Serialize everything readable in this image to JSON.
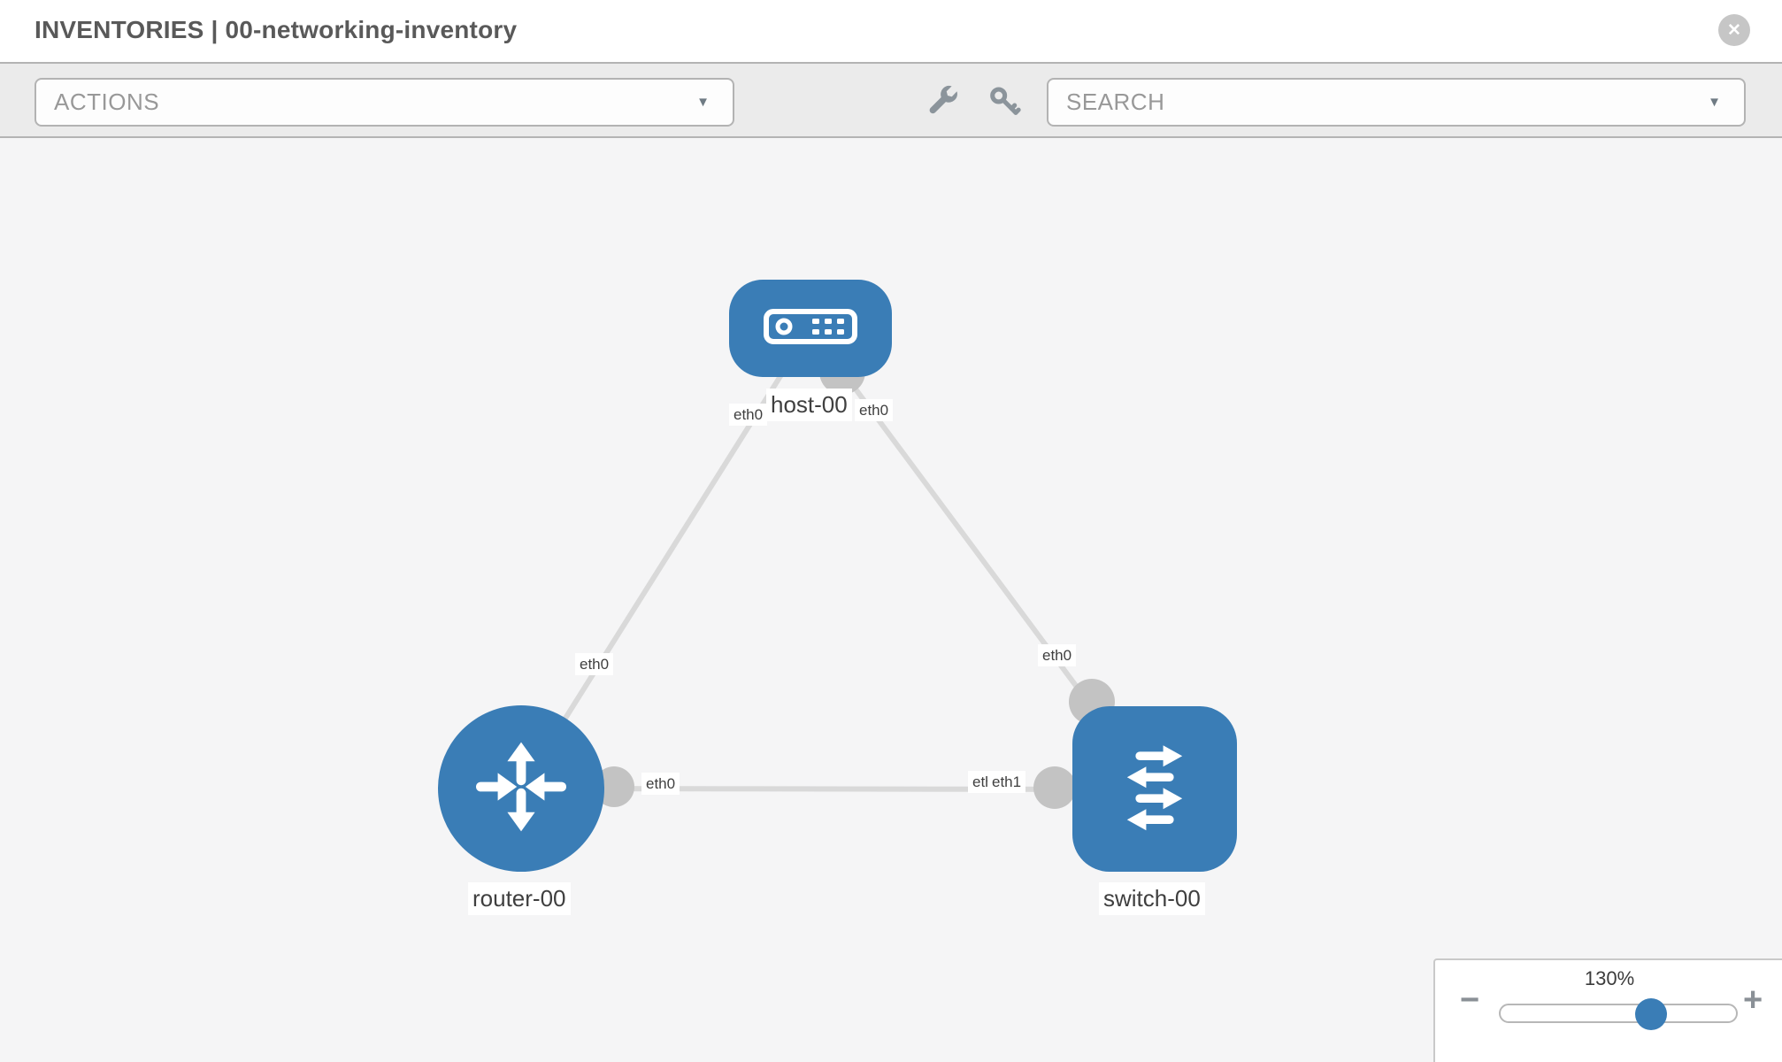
{
  "header": {
    "title": "INVENTORIES | 00-networking-inventory"
  },
  "icons": {
    "close": "✕",
    "caret": "▼",
    "minus": "−",
    "plus": "+"
  },
  "toolbar": {
    "actions": {
      "placeholder": "ACTIONS"
    },
    "search": {
      "placeholder": "SEARCH"
    },
    "tools": [
      {
        "name": "wrench"
      },
      {
        "name": "key"
      }
    ]
  },
  "topology": {
    "nodes": [
      {
        "id": "host-00",
        "type": "host",
        "label": "host-00"
      },
      {
        "id": "router-00",
        "type": "router",
        "label": "router-00"
      },
      {
        "id": "switch-00",
        "type": "switch",
        "label": "switch-00"
      }
    ],
    "links": [
      {
        "source": "router-00",
        "target": "host-00",
        "source_interface": "eth0",
        "target_interface": "eth0"
      },
      {
        "source": "host-00",
        "target": "switch-00",
        "source_interface": "eth0",
        "target_interface": "eth0"
      },
      {
        "source": "router-00",
        "target": "switch-00",
        "source_interface": "eth0",
        "target_interface": "eth1"
      }
    ],
    "interface_labels": {
      "host_left": "eth0",
      "host_right": "eth0",
      "router_top": "eth0",
      "router_right": "eth0",
      "switch_top": "eth0",
      "switch_left_back": "eth0",
      "switch_left_front": "eth1"
    }
  },
  "zoom_control": {
    "level": "130%",
    "percent": 130
  },
  "colors": {
    "node_blue": "#3a7db6",
    "link_gray": "#d9d9d9",
    "interface_gray": "#c3c3c3",
    "toolbar_bg": "#ebebeb",
    "canvas_bg": "#f5f5f6"
  }
}
